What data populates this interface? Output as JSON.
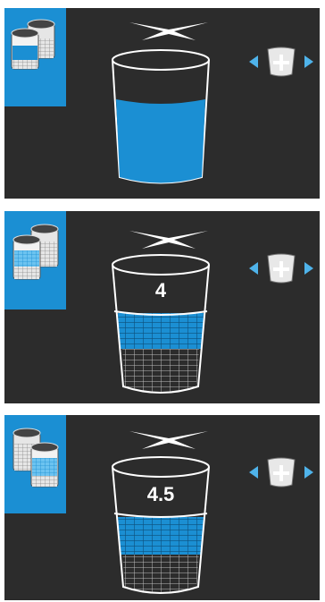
{
  "colors": {
    "panel_bg": "#2c2c2c",
    "accent": "#1b8fd3",
    "outline": "#ffffff",
    "grid_blue": "#1b8fd3",
    "grid_grey": "#8a8a8a"
  },
  "panels": [
    {
      "mode_icon": "double-container-icon",
      "blade_icon": "blade-icon",
      "pulse_icon": "pulse-icon",
      "level_label": "",
      "fill_style": "solid"
    },
    {
      "mode_icon": "double-container-icon",
      "blade_icon": "blade-icon",
      "pulse_icon": "pulse-icon",
      "level_label": "4",
      "fill_style": "grid"
    },
    {
      "mode_icon": "double-container-icon",
      "blade_icon": "blade-icon",
      "pulse_icon": "pulse-icon",
      "level_label": "4.5",
      "fill_style": "grid"
    }
  ]
}
